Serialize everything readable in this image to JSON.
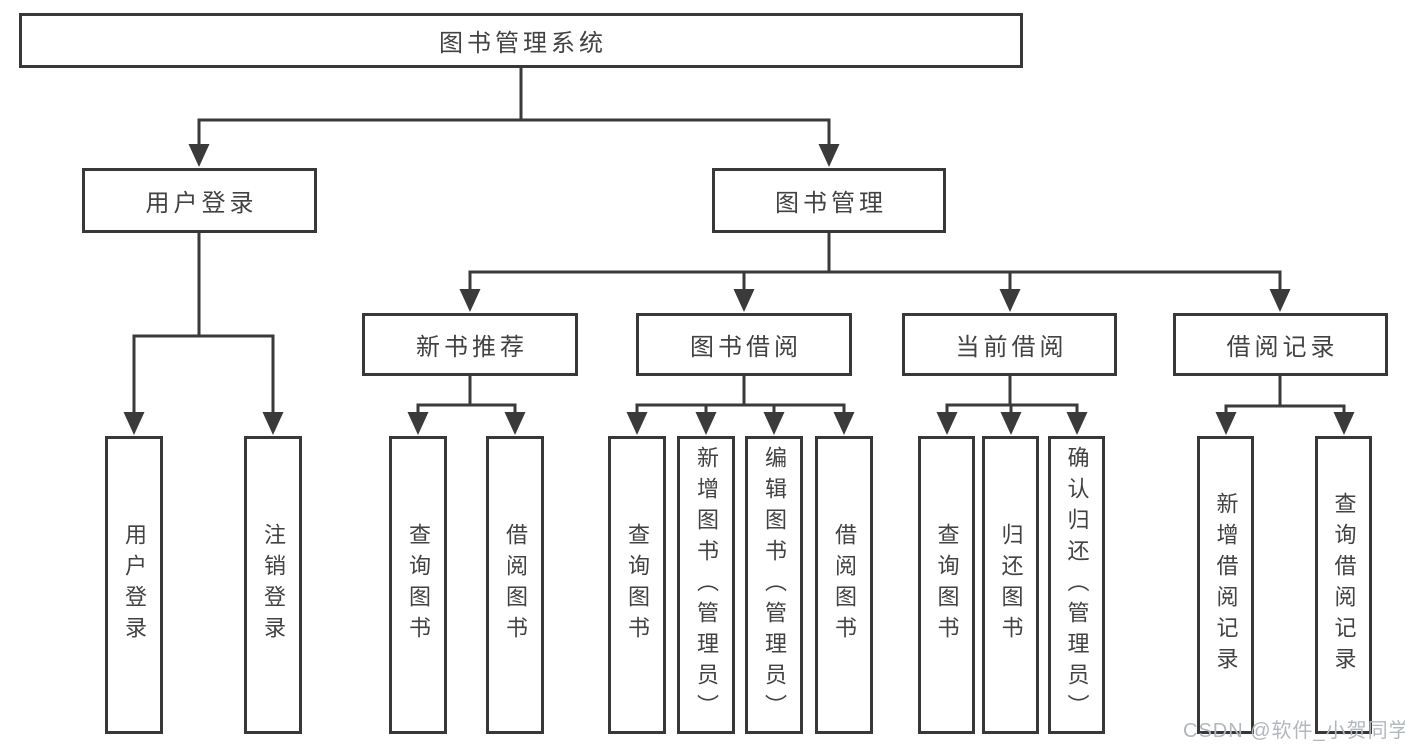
{
  "diagram": {
    "root": {
      "label": "图书管理系统"
    },
    "level2": [
      {
        "label": "用户登录"
      },
      {
        "label": "图书管理"
      }
    ],
    "level3": [
      {
        "label": "新书推荐"
      },
      {
        "label": "图书借阅"
      },
      {
        "label": "当前借阅"
      },
      {
        "label": "借阅记录"
      }
    ],
    "leaves": {
      "user_login": [
        {
          "label": "用户登录"
        },
        {
          "label": "注销登录"
        }
      ],
      "new_book": [
        {
          "label": "查询图书"
        },
        {
          "label": "借阅图书"
        }
      ],
      "book_borrow": [
        {
          "label": "查询图书"
        },
        {
          "label": "新增图书（管理员）"
        },
        {
          "label": "编辑图书（管理员）"
        },
        {
          "label": "借阅图书"
        }
      ],
      "current_borrow": [
        {
          "label": "查询图书"
        },
        {
          "label": "归还图书"
        },
        {
          "label": "确认归还（管理员）"
        }
      ],
      "borrow_record": [
        {
          "label": "新增借阅记录"
        },
        {
          "label": "查询借阅记录"
        }
      ]
    },
    "colors": {
      "line": "#3a3a3a",
      "box_border": "#383838",
      "text": "#424242",
      "watermark": "#b2b7bf",
      "background": "#ffffff"
    }
  },
  "watermark": {
    "text": "CSDN @软件_小贺同学"
  }
}
